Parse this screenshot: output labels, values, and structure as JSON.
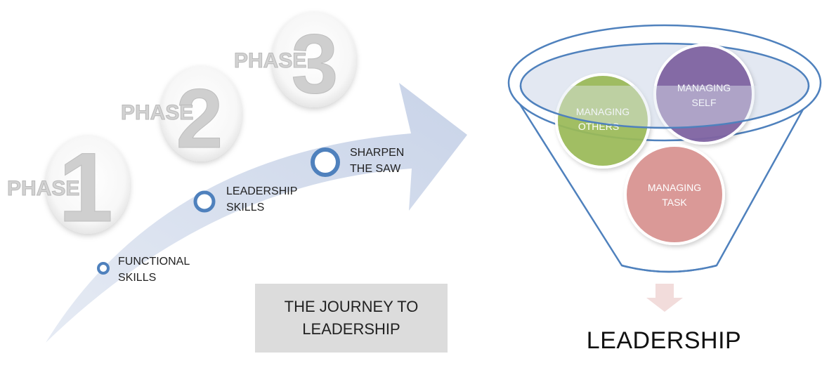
{
  "journey": {
    "phases": [
      {
        "word": "PHASE",
        "number": "1"
      },
      {
        "word": "PHASE",
        "number": "2"
      },
      {
        "word": "PHASE",
        "number": "3"
      }
    ],
    "steps": [
      {
        "line1": "FUNCTIONAL",
        "line2": "SKILLS"
      },
      {
        "line1": "LEADERSHIP",
        "line2": "SKILLS"
      },
      {
        "line1": "SHARPEN",
        "line2": "THE SAW"
      }
    ],
    "title": {
      "line1": "THE JOURNEY TO",
      "line2": "LEADERSHIP"
    }
  },
  "funnel": {
    "circles": [
      {
        "line1": "MANAGING",
        "line2": "OTHERS",
        "color": "#9bbb59"
      },
      {
        "line1": "MANAGING",
        "line2": "SELF",
        "color": "#8064a2"
      },
      {
        "line1": "MANAGING",
        "line2": "TASK",
        "color": "#d99694"
      }
    ],
    "result": "LEADERSHIP",
    "outline_color": "#4f81bd",
    "arrow_color": "#f2dcdb"
  },
  "colors": {
    "journey_arrow": "#cdd7e9",
    "step_marker": "#4f81bd",
    "title_box": "#dcdcdc"
  }
}
